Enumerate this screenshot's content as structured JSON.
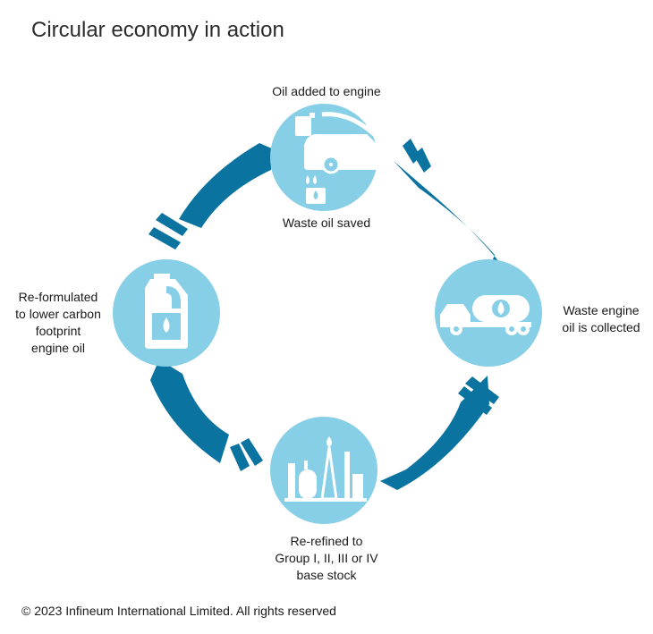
{
  "title": "Circular economy in action",
  "colors": {
    "arrow": "#0a73a0",
    "circle": "#86cfe6",
    "icon": "#ffffff"
  },
  "stages": [
    {
      "label": "Oil added to engine",
      "icon": "car-engine-oil-icon"
    },
    {
      "label": "Waste engine\noil is collected",
      "icon": "tanker-truck-icon"
    },
    {
      "label": "Re-refined to\nGroup I, II, III or IV\nbase stock",
      "icon": "refinery-icon"
    },
    {
      "label": "Re-formulated\nto lower carbon\nfootprint\nengine oil",
      "icon": "oil-bottle-icon"
    }
  ],
  "inner_label": "Waste oil saved",
  "footer": "© 2023 Infineum International Limited. All rights reserved"
}
